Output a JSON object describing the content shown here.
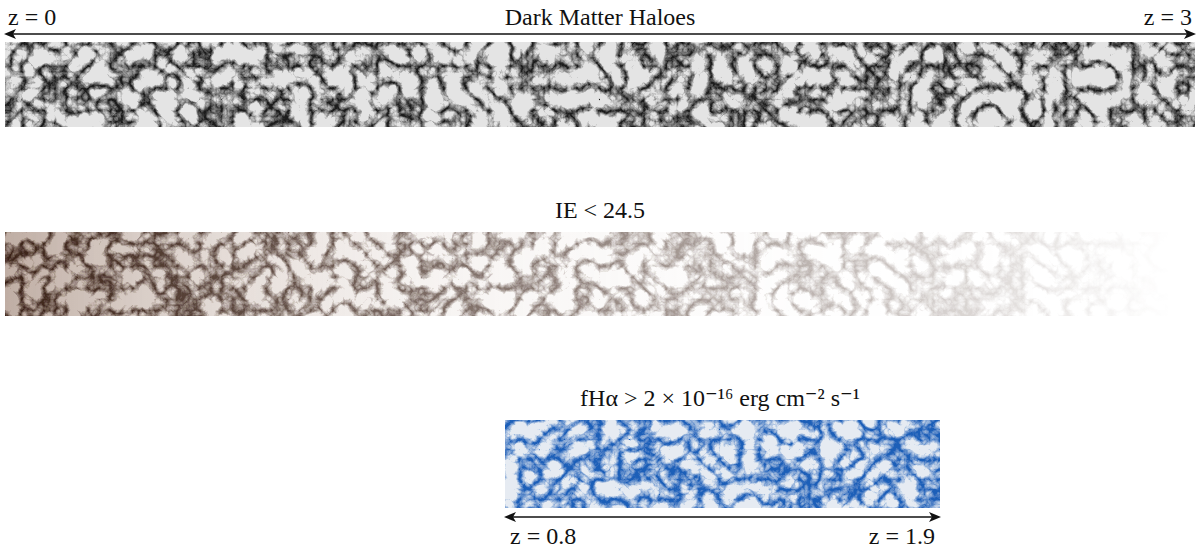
{
  "diagram": {
    "nodes": [
      {
        "text": [
          "Dark Matter Haloes"
        ]
      },
      {
        "text": [
          "IE < 24.5"
        ]
      },
      {
        "text": [
          "fHα > 2 × 10⁻¹⁶ erg cm⁻² s⁻¹"
        ]
      }
    ],
    "labels": [
      "z = 0",
      "z = 3",
      "z = 0.8",
      "z = 1.9"
    ]
  }
}
